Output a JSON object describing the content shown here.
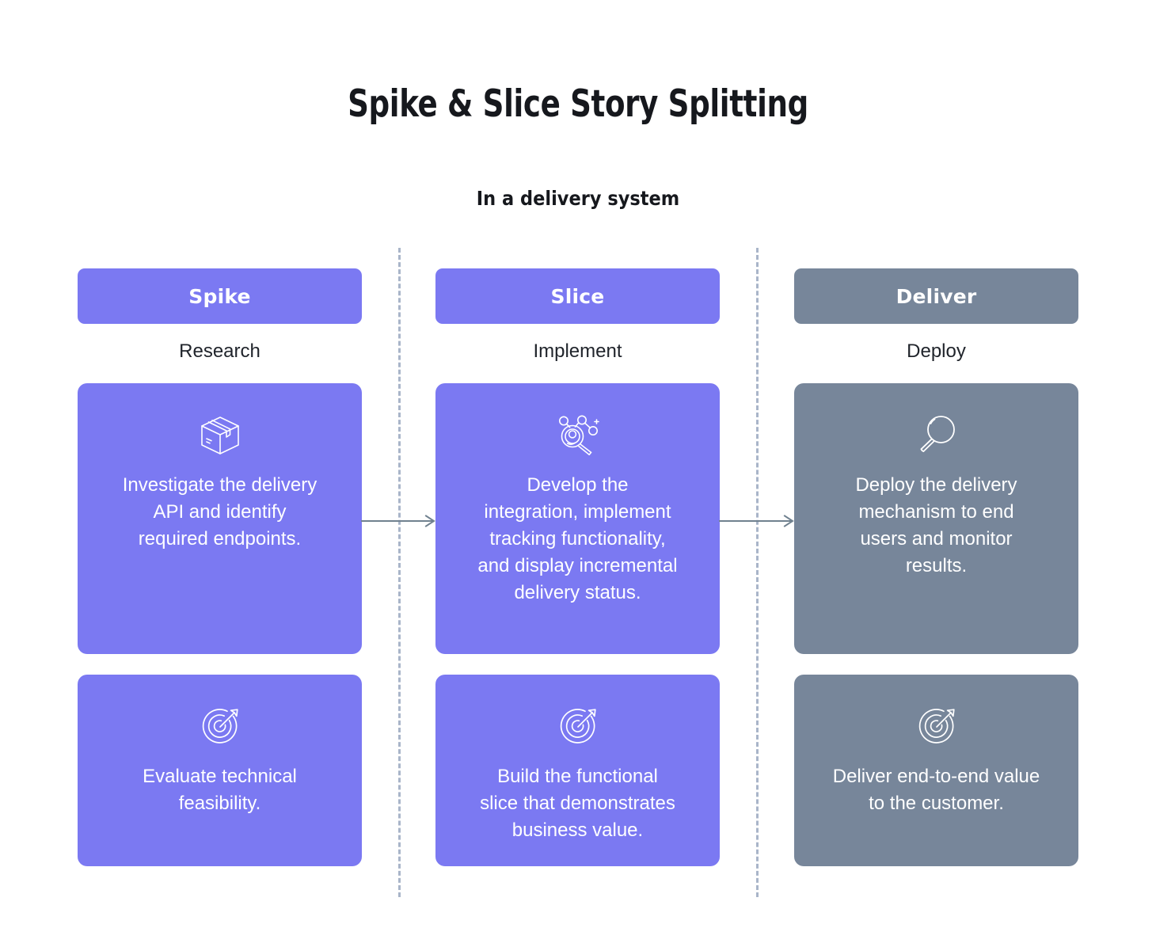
{
  "title": "Spike & Slice Story Splitting",
  "subtitle": "In a delivery system",
  "colors": {
    "purple": "#7b79f2",
    "gray": "#77869a",
    "divider": "#a9b5c9",
    "arrow": "#70818f",
    "text_dark": "#20242b",
    "background": "#ffffff"
  },
  "columns": [
    {
      "header": "Spike",
      "subtitle": "Research",
      "accent": "#7b79f2",
      "cards": [
        {
          "icon": "package-box-icon",
          "text": "Investigate the delivery\nAPI and identify\nrequired endpoints.",
          "size": "tall"
        },
        {
          "icon": "target-arrow-icon",
          "text": "Evaluate technical\nfeasibility.",
          "size": "short"
        }
      ]
    },
    {
      "header": "Slice",
      "subtitle": "Implement",
      "accent": "#7b79f2",
      "cards": [
        {
          "icon": "analysis-magnifier-network-icon",
          "text": "Develop the\nintegration, implement\ntracking functionality,\nand display incremental\ndelivery status.",
          "size": "tall"
        },
        {
          "icon": "target-arrow-icon",
          "text": "Build the functional\nslice that demonstrates\nbusiness value.",
          "size": "short"
        }
      ]
    },
    {
      "header": "Deliver",
      "subtitle": "Deploy",
      "accent": "#77869a",
      "cards": [
        {
          "icon": "magnifier-icon",
          "text": "Deploy the delivery\nmechanism to end\nusers and monitor\nresults.",
          "size": "tall"
        },
        {
          "icon": "target-arrow-icon",
          "text": "Deliver end-to-end value\nto the customer.",
          "size": "short"
        }
      ]
    }
  ],
  "arrows": [
    {
      "name": "arrow-spike-to-slice"
    },
    {
      "name": "arrow-slice-to-deliver"
    }
  ]
}
